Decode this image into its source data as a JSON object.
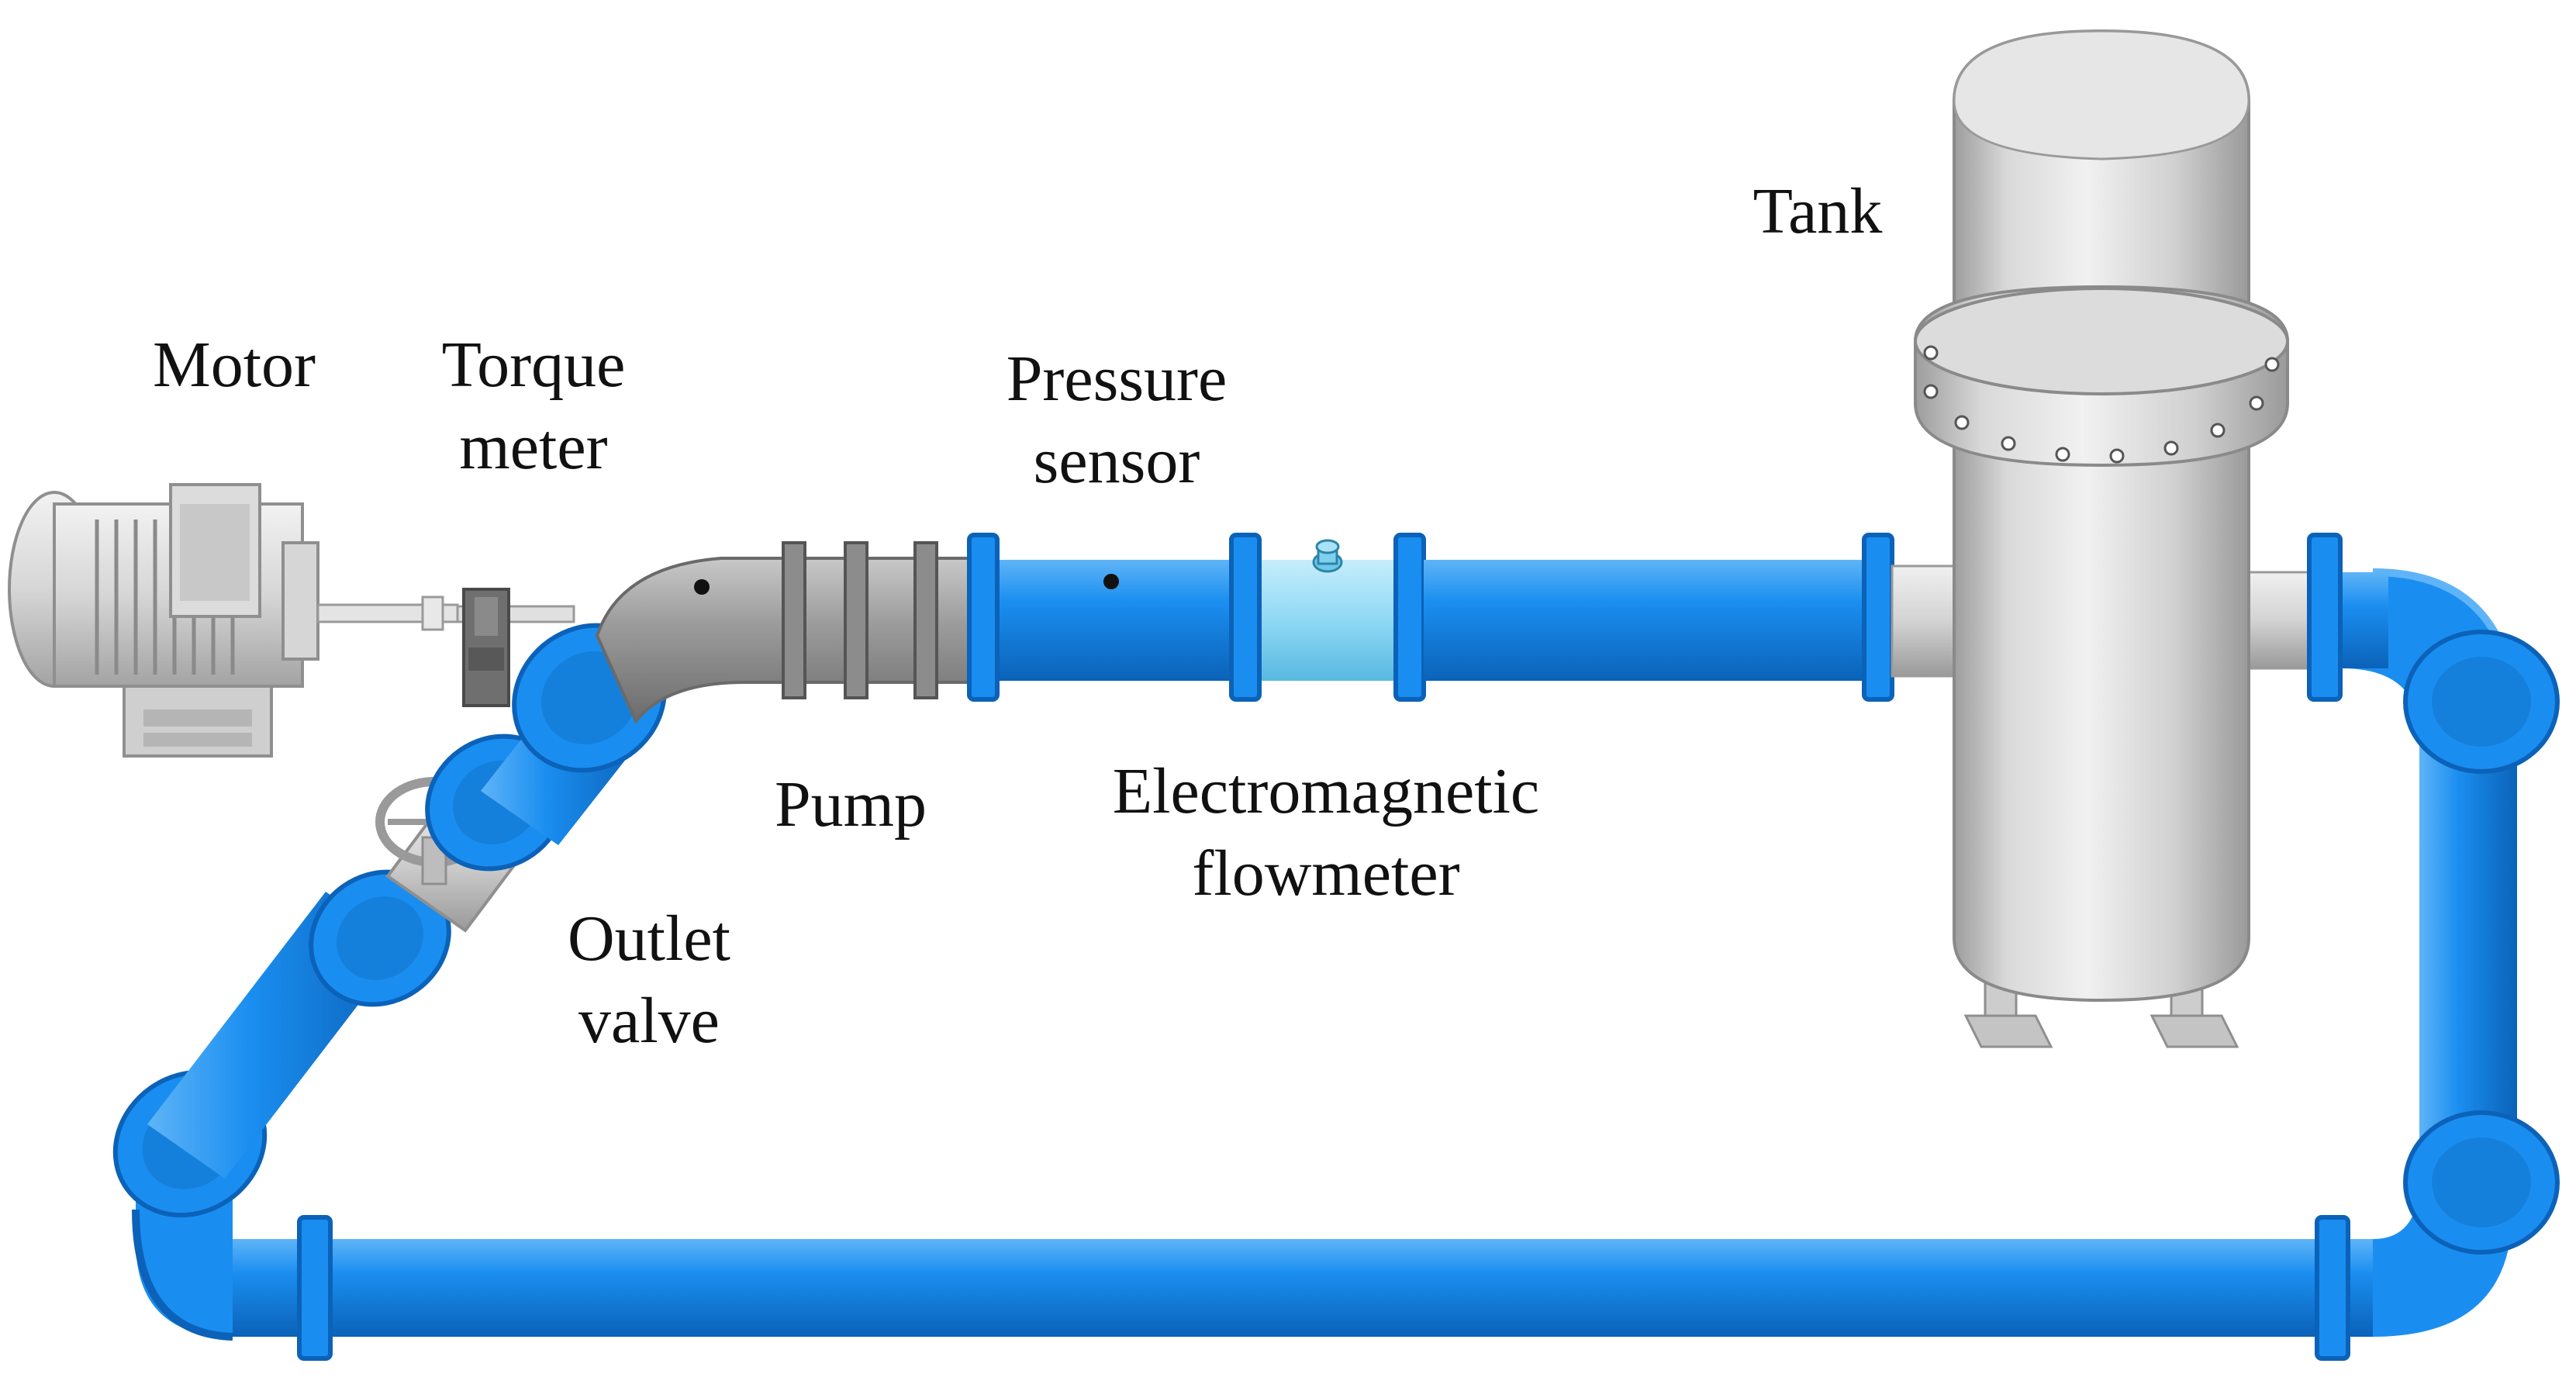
{
  "labels": {
    "motor": "Motor",
    "torque_meter": [
      "Torque",
      "meter"
    ],
    "pressure_sensor": [
      "Pressure",
      "sensor"
    ],
    "tank": "Tank",
    "pump": "Pump",
    "flowmeter": [
      "Electromagnetic",
      "flowmeter"
    ],
    "outlet_valve": [
      "Outlet",
      "valve"
    ]
  },
  "colors": {
    "pipe": "#1a8ef0",
    "pipe_dark": "#0d6cc4",
    "pipe_light": "#5fb4f7",
    "flowmeter_body": "#8fd8f5",
    "steel": "#d2d2d2",
    "steel_dark": "#8f8f8f",
    "pump_body": "#9a9a9a",
    "text": "#111111"
  }
}
